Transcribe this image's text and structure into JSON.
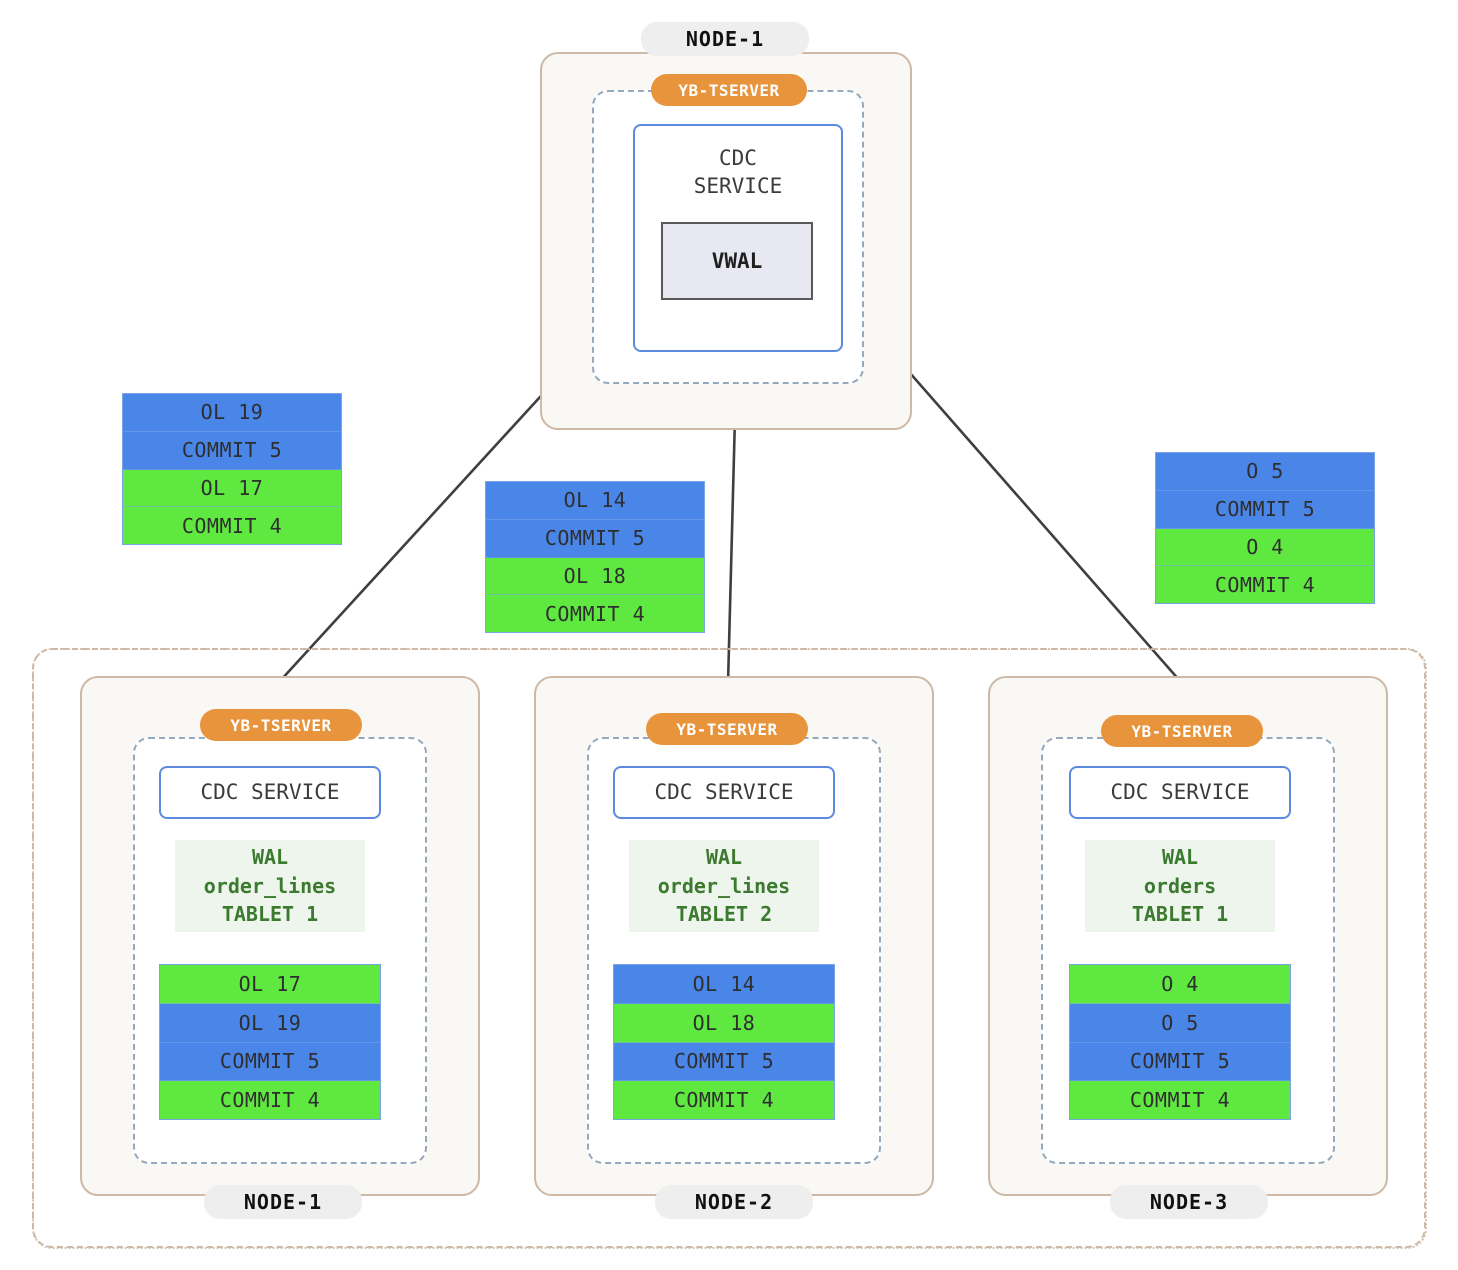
{
  "diagram": {
    "title": "YugabyteDB CDC VWAL topology",
    "colors": {
      "blue_record": "#4a86e8",
      "green_record": "#5fe840",
      "record_border": "#7aa3e8",
      "tserver_badge": "#e8943c",
      "node_border": "#cdb9a6",
      "node_fill": "#faf8f4",
      "dashed_panel": "#95a9bd",
      "cdc_border": "#5b8ade",
      "vwal_fill": "#e7e8f2",
      "vwal_border": "#595959",
      "wal_fill": "#eef5ec",
      "wal_text": "#3b7a2f",
      "node_pill_fill": "#eeeeee",
      "arrow": "#3f3f3f"
    }
  },
  "top_node": {
    "node_label": "NODE-1",
    "tserver_label": "YB-TSERVER",
    "cdc_label": "CDC\nSERVICE",
    "vwal_label": "VWAL"
  },
  "floating_stacks": [
    {
      "id": "stack-left",
      "records": [
        {
          "text": "OL 19",
          "color": "blue"
        },
        {
          "text": "COMMIT 5",
          "color": "blue"
        },
        {
          "text": "OL 17",
          "color": "green"
        },
        {
          "text": "COMMIT 4",
          "color": "green"
        }
      ]
    },
    {
      "id": "stack-middle",
      "records": [
        {
          "text": "OL 14",
          "color": "blue"
        },
        {
          "text": "COMMIT 5",
          "color": "blue"
        },
        {
          "text": "OL 18",
          "color": "green"
        },
        {
          "text": "COMMIT 4",
          "color": "green"
        }
      ]
    },
    {
      "id": "stack-right",
      "records": [
        {
          "text": "O 5",
          "color": "blue"
        },
        {
          "text": "COMMIT 5",
          "color": "blue"
        },
        {
          "text": "O 4",
          "color": "green"
        },
        {
          "text": "COMMIT 4",
          "color": "green"
        }
      ]
    }
  ],
  "cluster_nodes": [
    {
      "node_label": "NODE-1",
      "tserver_label": "YB-TSERVER",
      "cdc_label": "CDC SERVICE",
      "wal": {
        "line1": "WAL",
        "line2": "order_lines",
        "line3": "TABLET 1"
      },
      "records": [
        {
          "text": "OL 17",
          "color": "green"
        },
        {
          "text": "OL 19",
          "color": "blue"
        },
        {
          "text": "COMMIT 5",
          "color": "blue"
        },
        {
          "text": "COMMIT 4",
          "color": "green"
        }
      ]
    },
    {
      "node_label": "NODE-2",
      "tserver_label": "YB-TSERVER",
      "cdc_label": "CDC SERVICE",
      "wal": {
        "line1": "WAL",
        "line2": "order_lines",
        "line3": "TABLET 2"
      },
      "records": [
        {
          "text": "OL 14",
          "color": "blue"
        },
        {
          "text": "OL 18",
          "color": "green"
        },
        {
          "text": "COMMIT 5",
          "color": "blue"
        },
        {
          "text": "COMMIT 4",
          "color": "green"
        }
      ]
    },
    {
      "node_label": "NODE-3",
      "tserver_label": "YB-TSERVER",
      "cdc_label": "CDC SERVICE",
      "wal": {
        "line1": "WAL",
        "line2": "orders",
        "line3": "TABLET 1"
      },
      "records": [
        {
          "text": "O 4",
          "color": "green"
        },
        {
          "text": "O 5",
          "color": "blue"
        },
        {
          "text": "COMMIT 5",
          "color": "blue"
        },
        {
          "text": "COMMIT 4",
          "color": "green"
        }
      ]
    }
  ]
}
